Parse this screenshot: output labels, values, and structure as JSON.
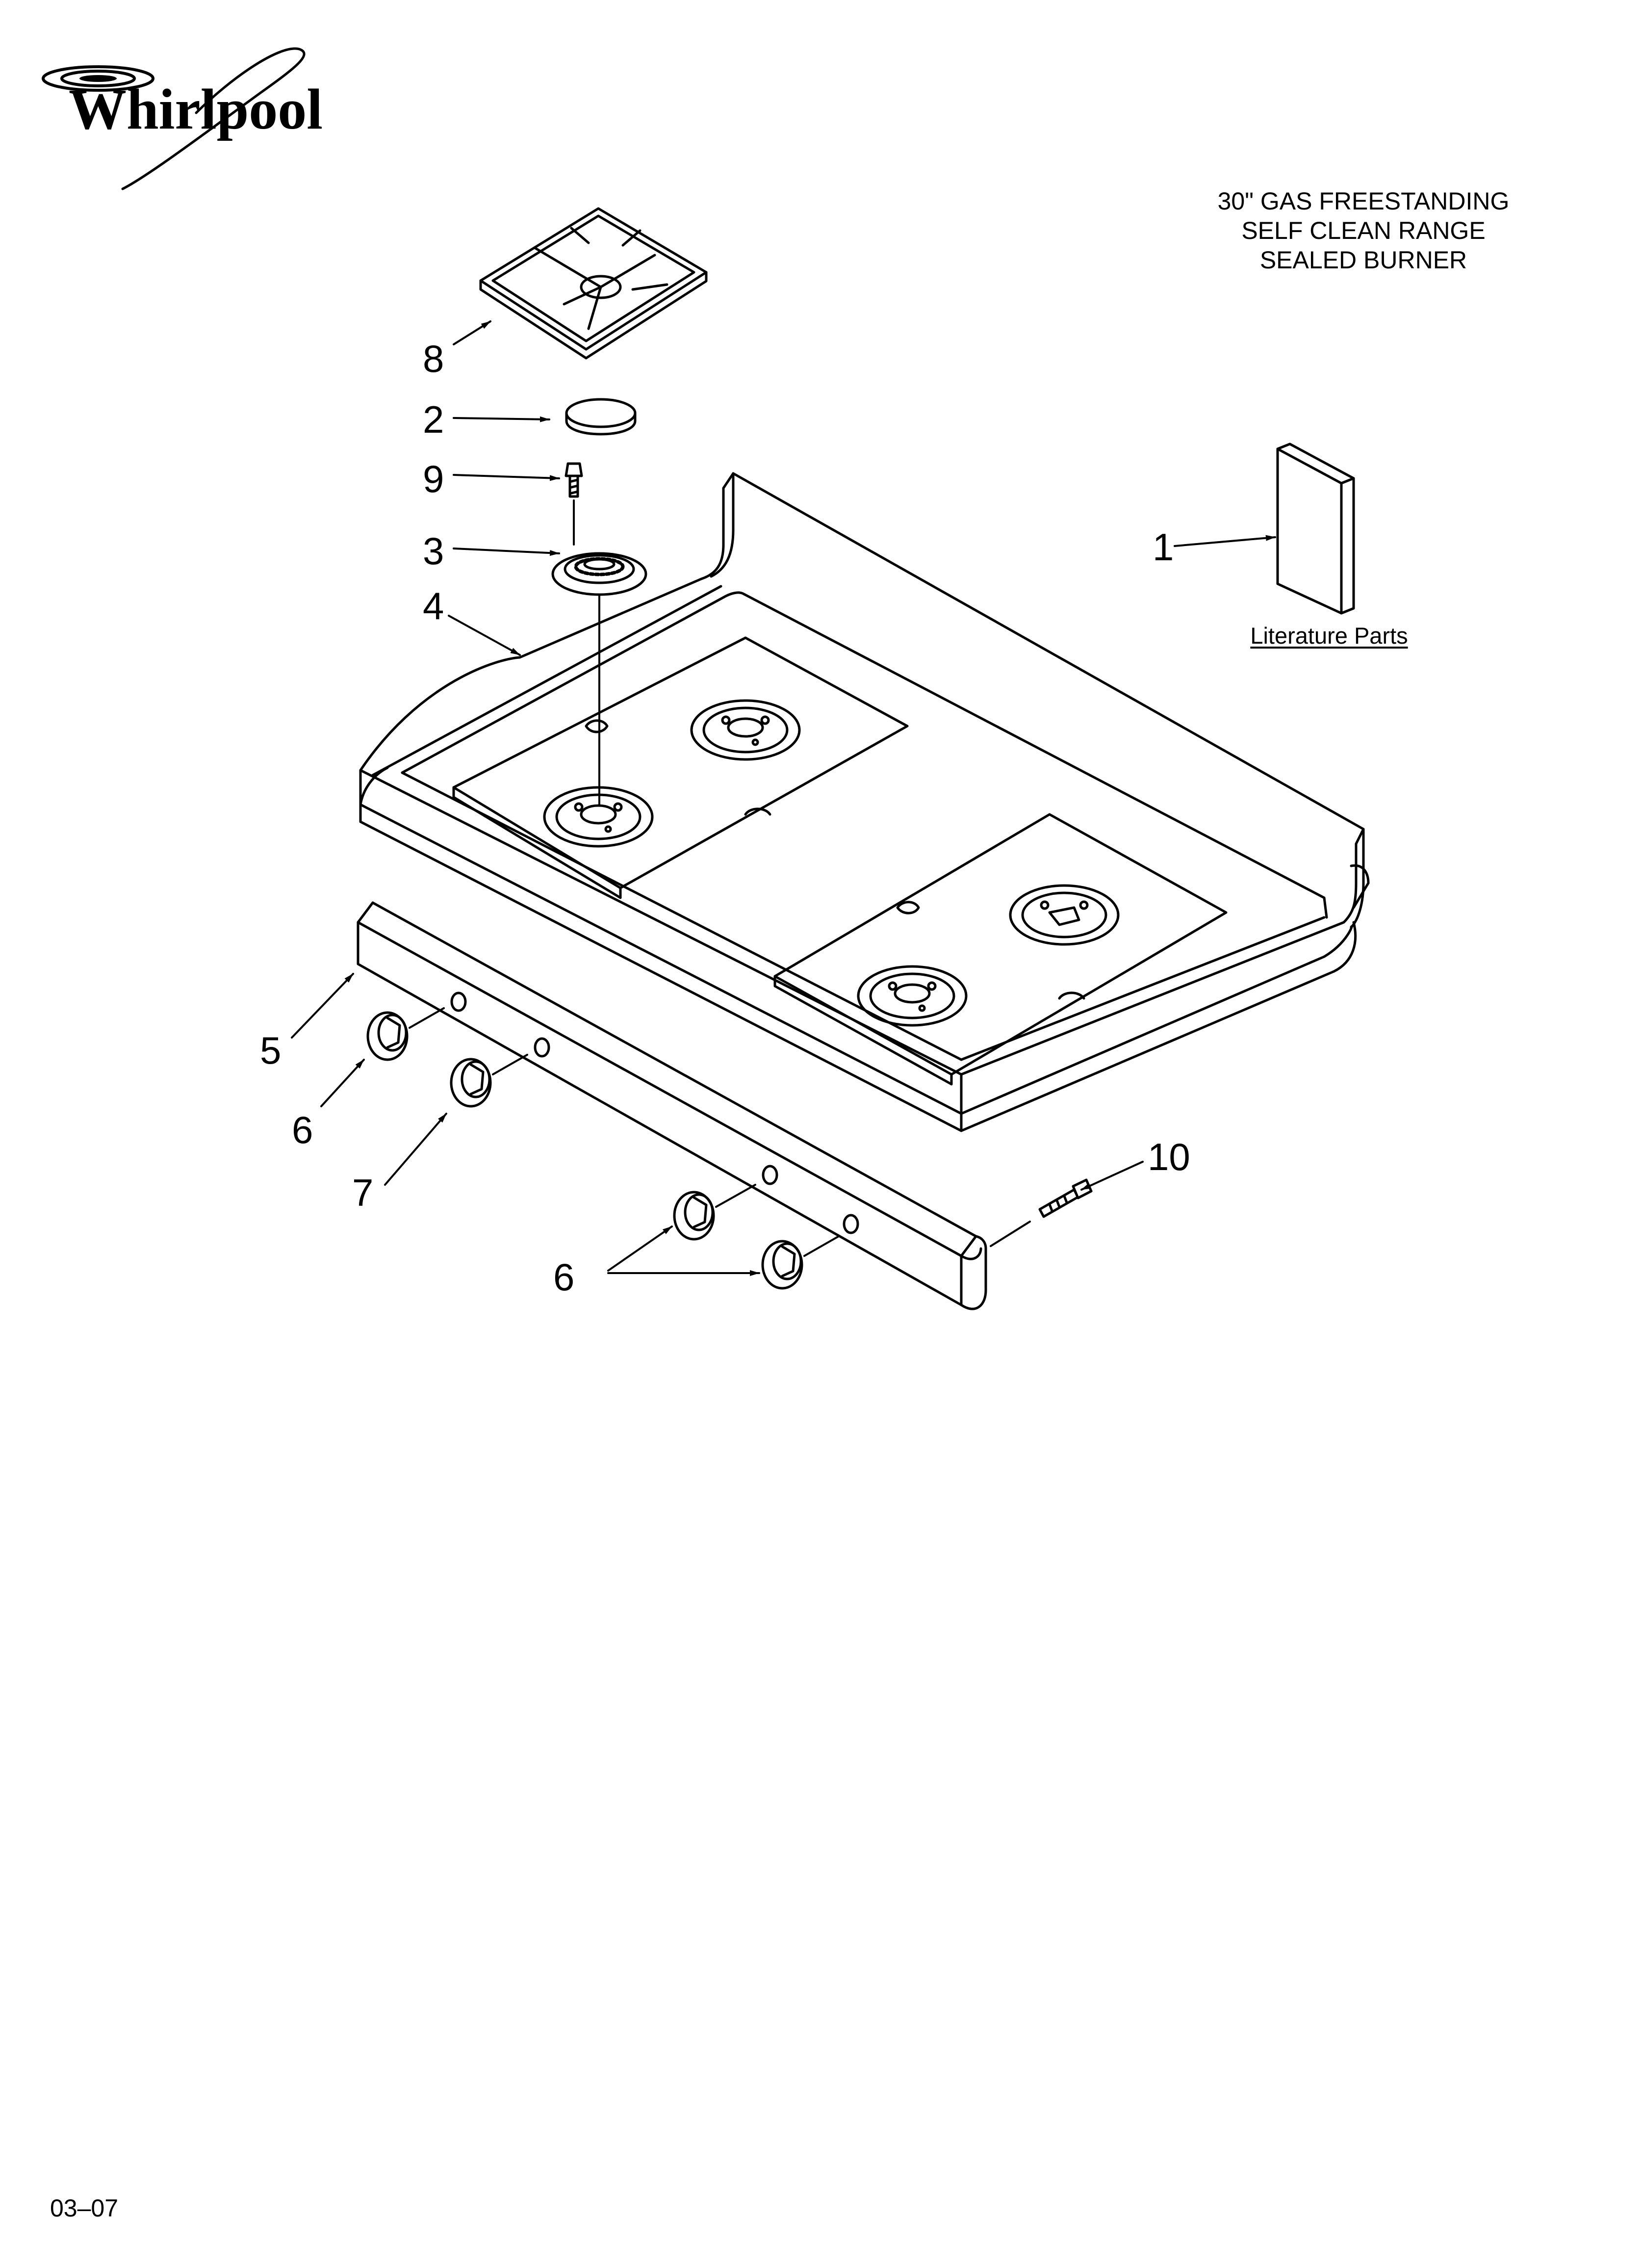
{
  "brand": {
    "name": "Whirlpool"
  },
  "title_lines": [
    "30\" GAS FREESTANDING",
    "SELF CLEAN RANGE",
    "SEALED BURNER"
  ],
  "literature_label": "Literature Parts",
  "callouts": {
    "c1": "1",
    "c2": "2",
    "c3": "3",
    "c4": "4",
    "c5": "5",
    "c6a": "6",
    "c6b": "6",
    "c7": "7",
    "c8": "8",
    "c9": "9",
    "c10": "10"
  },
  "footer_code": "03–07",
  "colors": {
    "line": "#000000",
    "background": "#ffffff"
  }
}
